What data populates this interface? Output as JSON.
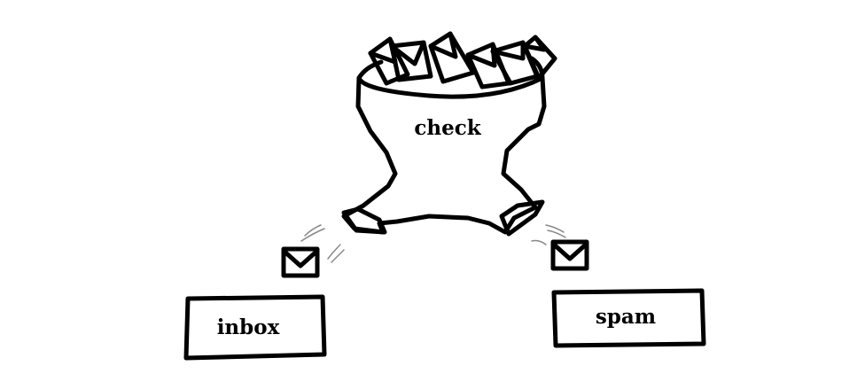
{
  "diagram": {
    "nodes": {
      "filter": {
        "label": "check",
        "icon": "filter-funnel-with-envelopes"
      },
      "inbox": {
        "label": "inbox",
        "icon": "box"
      },
      "spam": {
        "label": "spam",
        "icon": "box"
      }
    },
    "edges": [
      {
        "from": "filter",
        "to": "inbox",
        "icon": "envelope-icon"
      },
      {
        "from": "filter",
        "to": "spam",
        "icon": "envelope-icon"
      }
    ]
  },
  "colors": {
    "stroke": "#000000",
    "background": "#ffffff"
  }
}
